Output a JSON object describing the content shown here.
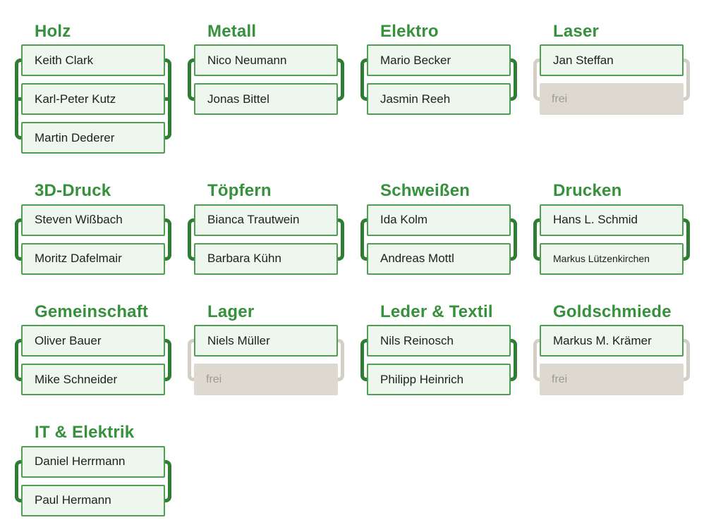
{
  "free_label": "frei",
  "colors": {
    "heading": "#35913b",
    "slot_border": "#4f9e52",
    "slot_fill": "#edf7ed",
    "slot_text": "#1f1f1f",
    "bracket_full": "#2e7d32",
    "bracket_free": "#d3cfc5",
    "free_fill": "#ded9d0",
    "free_text": "#9b9b95",
    "background": "#ffffff"
  },
  "groups": [
    {
      "title": "Holz",
      "slots": [
        "Keith Clark",
        "Karl-Peter Kutz",
        "Martin Dederer"
      ]
    },
    {
      "title": "Metall",
      "slots": [
        "Nico Neumann",
        "Jonas Bittel"
      ]
    },
    {
      "title": "Elektro",
      "slots": [
        "Mario Becker",
        "Jasmin Reeh"
      ]
    },
    {
      "title": "Laser",
      "slots": [
        "Jan Steffan",
        null
      ]
    },
    {
      "title": "3D-Druck",
      "slots": [
        "Steven Wißbach",
        "Moritz Dafelmair"
      ]
    },
    {
      "title": "Töpfern",
      "slots": [
        "Bianca Trautwein",
        "Barbara Kühn"
      ]
    },
    {
      "title": "Schweißen",
      "slots": [
        "Ida Kolm",
        "Andreas Mottl"
      ]
    },
    {
      "title": "Drucken",
      "slots": [
        "Hans L. Schmid",
        "Markus Lützenkirchen"
      ]
    },
    {
      "title": "Gemeinschaft",
      "slots": [
        "Oliver Bauer",
        "Mike Schneider"
      ]
    },
    {
      "title": "Lager",
      "slots": [
        "Niels Müller",
        null
      ]
    },
    {
      "title": "Leder & Textil",
      "slots": [
        "Nils Reinosch",
        "Philipp Heinrich"
      ]
    },
    {
      "title": "Goldschmiede",
      "slots": [
        "Markus M. Krämer",
        null
      ]
    },
    {
      "title": "IT & Elektrik",
      "slots": [
        "Daniel Herrmann",
        "Paul Hermann"
      ]
    }
  ]
}
